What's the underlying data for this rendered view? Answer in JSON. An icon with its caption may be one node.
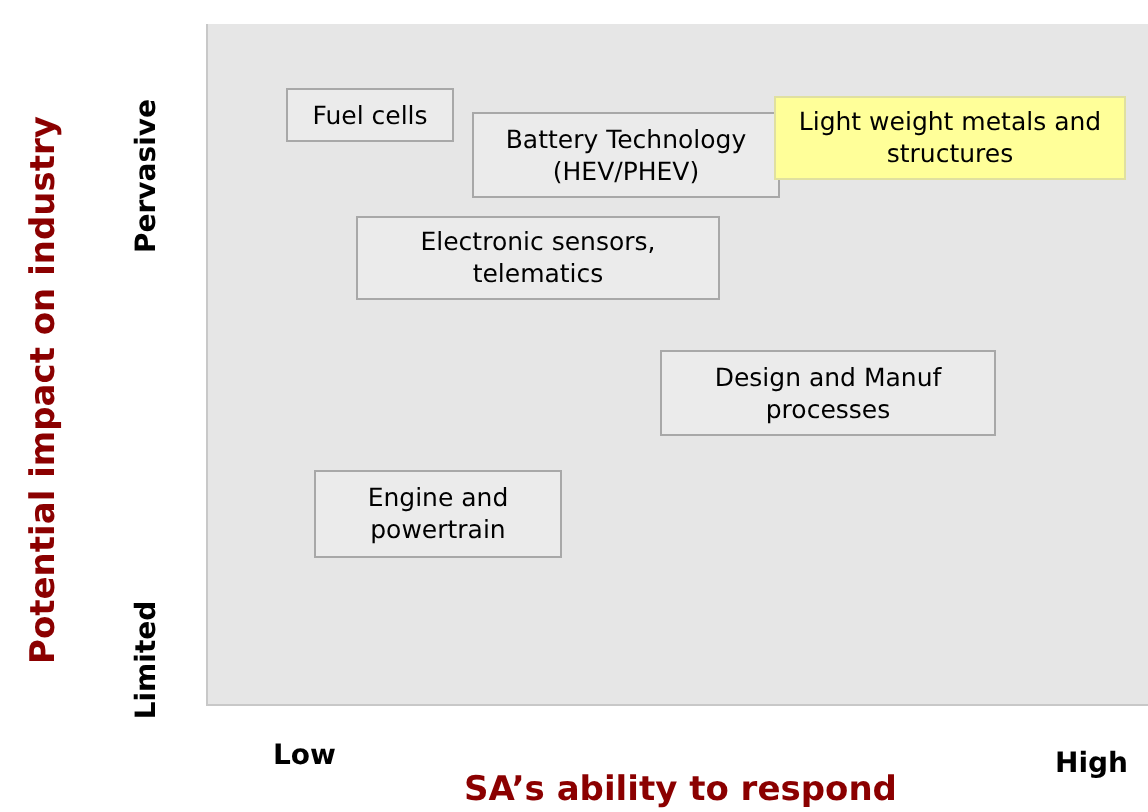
{
  "diagram": {
    "nodes": [
      {
        "text": [
          "Fuel cells"
        ]
      },
      {
        "text": [
          "Battery Technology (HEV/PHEV)"
        ]
      },
      {
        "text": [
          "Light weight metals and structures"
        ]
      },
      {
        "text": [
          "Electronic sensors, telematics"
        ]
      },
      {
        "text": [
          "Design and Manuf processes"
        ]
      },
      {
        "text": [
          "Engine and powertrain"
        ]
      }
    ],
    "edges": [],
    "labels": [
      "Potential impact on industry",
      "Pervasive",
      "Limited",
      "Low",
      "High",
      "SA’s ability to respond"
    ]
  }
}
